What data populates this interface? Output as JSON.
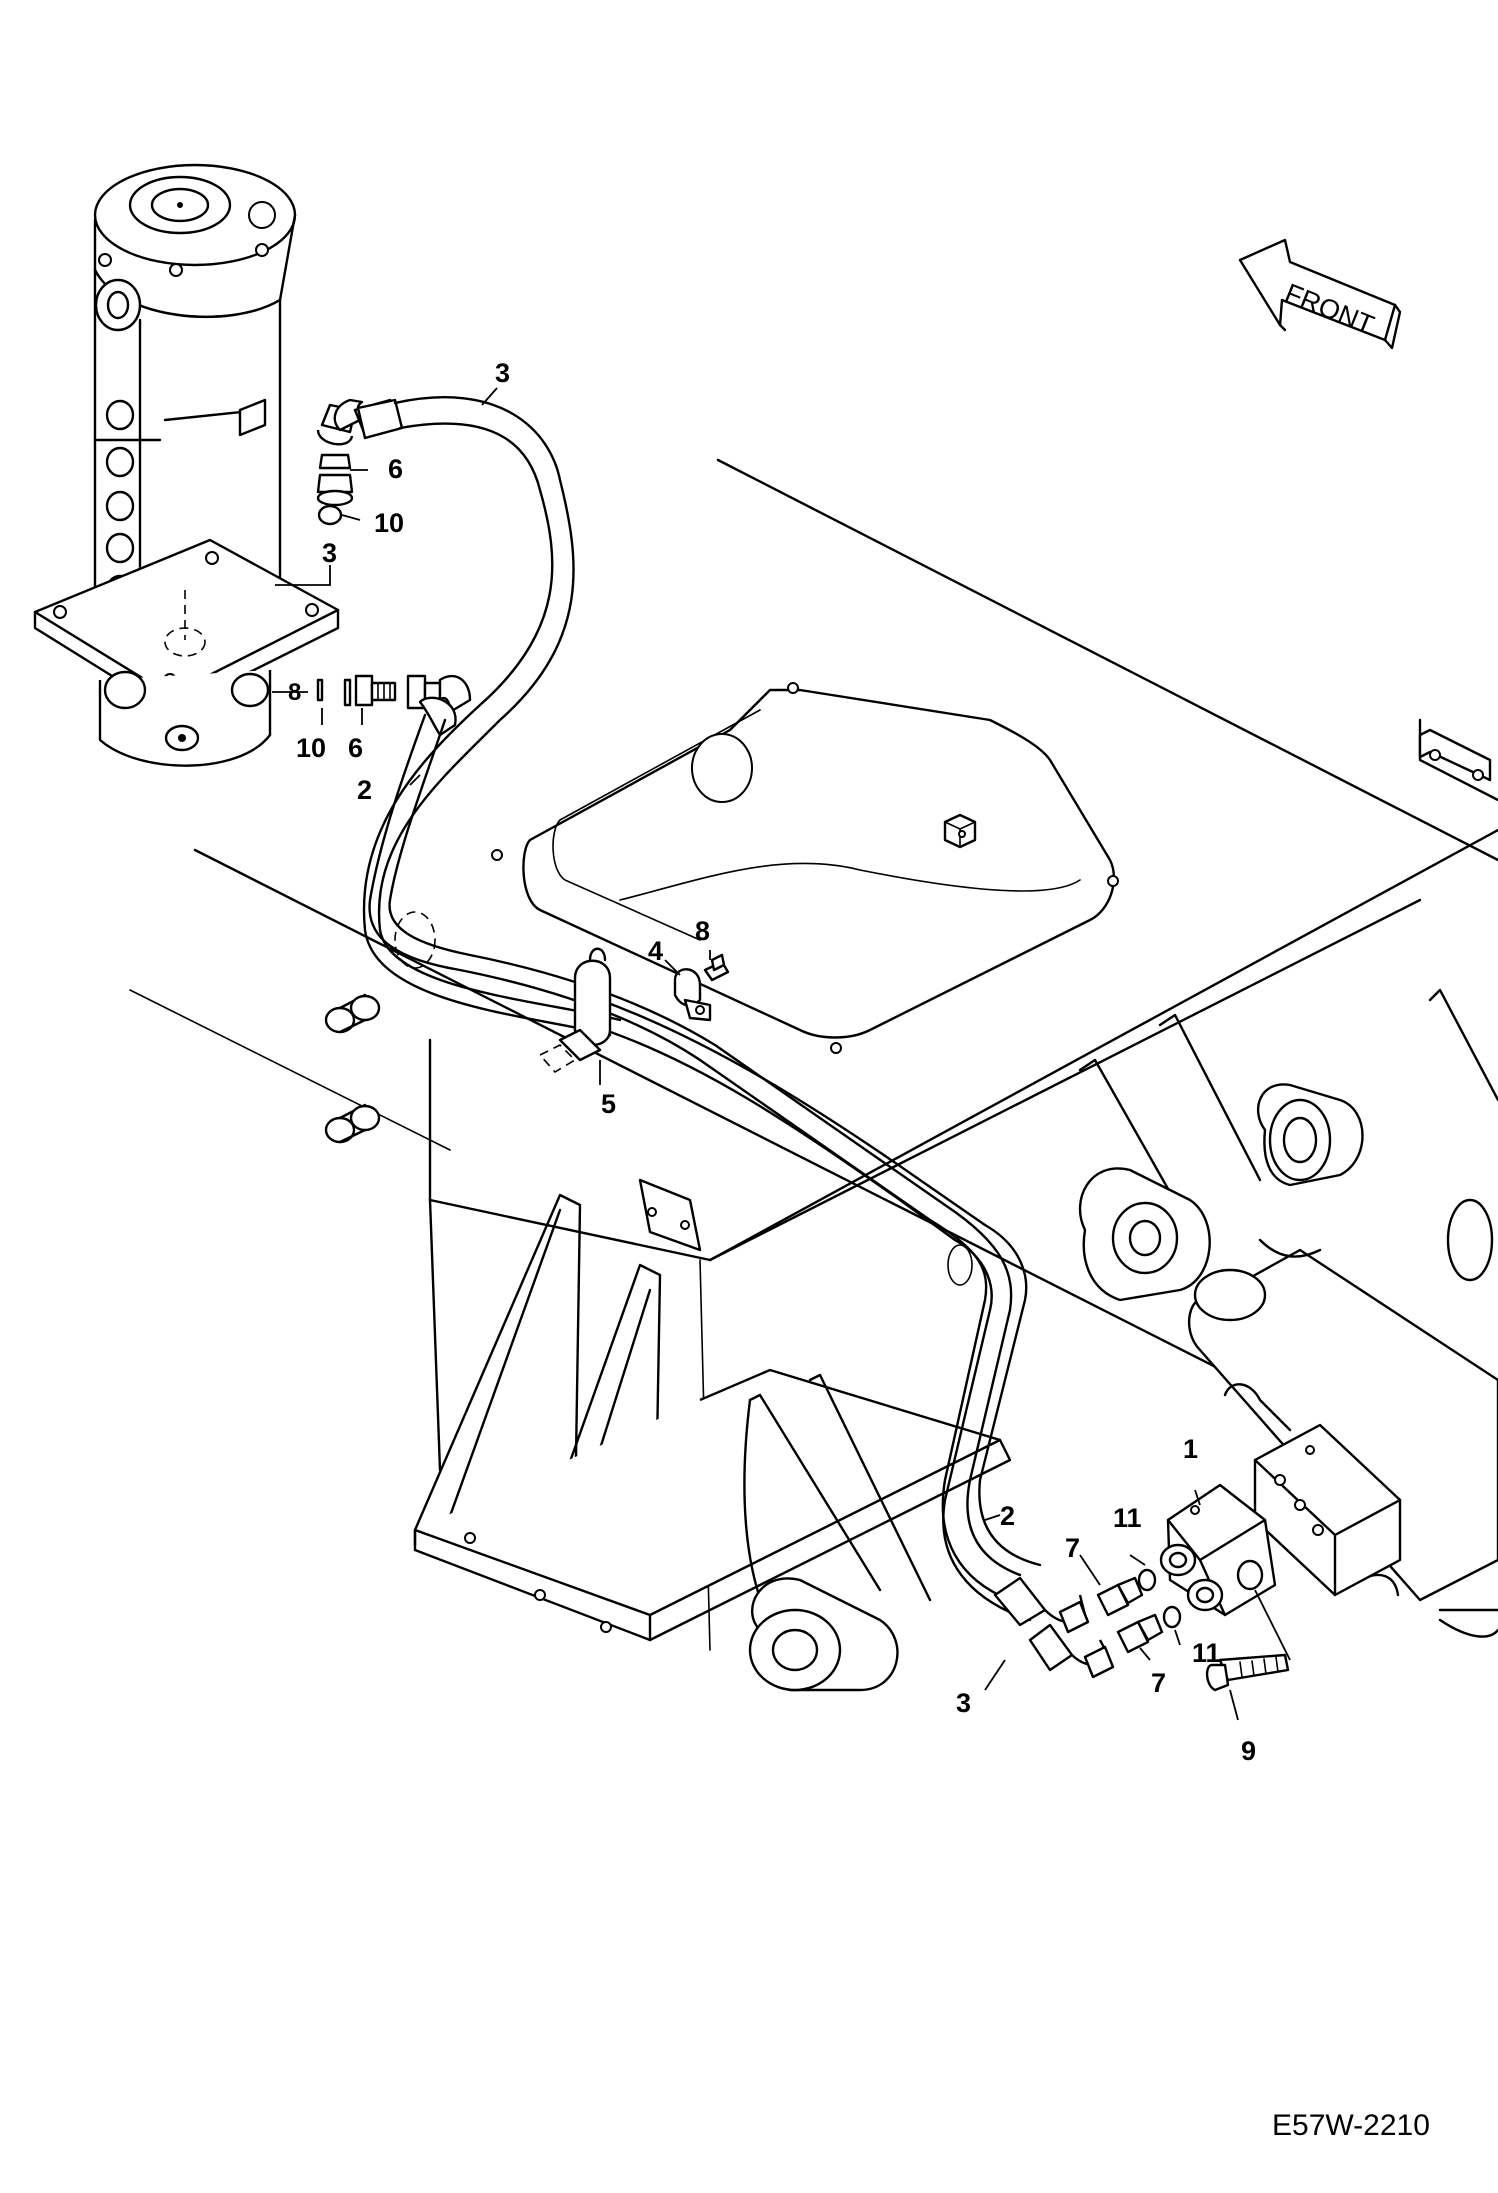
{
  "diagram": {
    "direction_arrow": {
      "label": "FRONT"
    },
    "drawing_code": "E57W-2210",
    "callouts": [
      {
        "id": "c3-top",
        "label": "3"
      },
      {
        "id": "c6-top",
        "label": "6"
      },
      {
        "id": "c10-top",
        "label": "10"
      },
      {
        "id": "c3-swivel",
        "label": "3"
      },
      {
        "id": "c8-swivel",
        "label": "8"
      },
      {
        "id": "c10-bottom",
        "label": "10"
      },
      {
        "id": "c6-bottom",
        "label": "6"
      },
      {
        "id": "c2-upper",
        "label": "2"
      },
      {
        "id": "c4",
        "label": "4"
      },
      {
        "id": "c8-clamp",
        "label": "8"
      },
      {
        "id": "c5",
        "label": "5"
      },
      {
        "id": "c1",
        "label": "1"
      },
      {
        "id": "c2-lower",
        "label": "2"
      },
      {
        "id": "c7-upper",
        "label": "7"
      },
      {
        "id": "c11-upper",
        "label": "11"
      },
      {
        "id": "c11-lower",
        "label": "11"
      },
      {
        "id": "c7-lower",
        "label": "7"
      },
      {
        "id": "c3-bottom",
        "label": "3"
      },
      {
        "id": "c9",
        "label": "9"
      }
    ]
  }
}
